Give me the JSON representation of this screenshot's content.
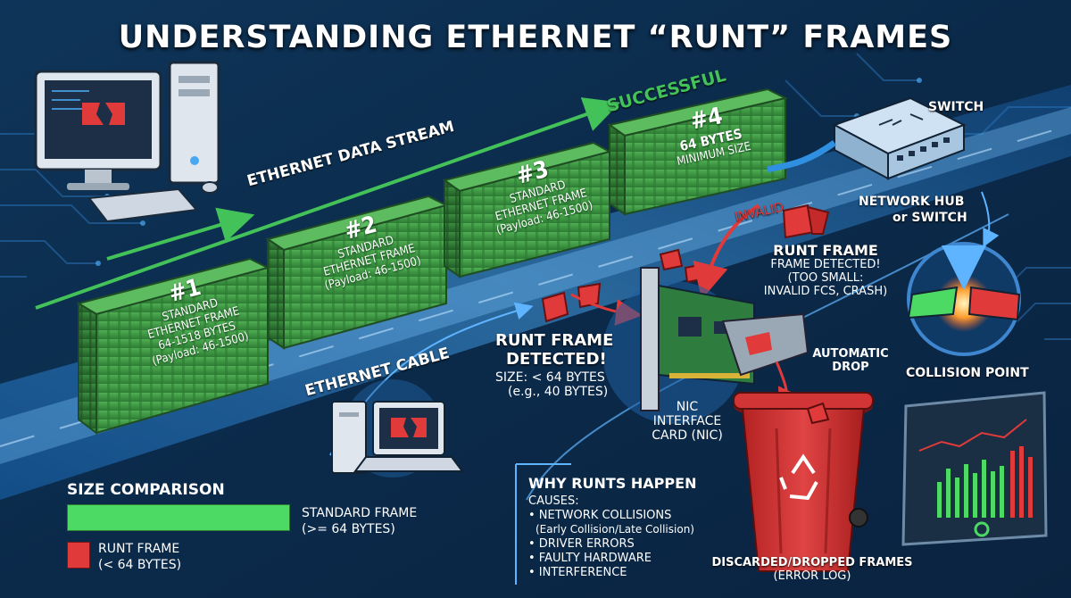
{
  "title": "UNDERSTANDING ETHERNET “RUNT” FRAMES",
  "labels": {
    "data_stream": "ETHERNET DATA STREAM",
    "successful": "SUCCESSFUL",
    "cable": "ETHERNET CABLE",
    "switch": "SWITCH",
    "hub_line1": "NETWORK HUB",
    "hub_line2": "or SWITCH",
    "invalid": "INVALID",
    "collision": "COLLISION POINT",
    "auto_drop_1": "AUTOMATIC",
    "auto_drop_2": "DROP"
  },
  "containers": [
    {
      "number": "#1",
      "lines": [
        "STANDARD",
        "ETHERNET FRAME",
        "64-1518 BYTES",
        "(Payload: 46-1500)"
      ]
    },
    {
      "number": "#2",
      "lines": [
        "STANDARD",
        "ETHERNET FRAME",
        "(Payload: 46-1500)"
      ]
    },
    {
      "number": "#3",
      "lines": [
        "STANDARD",
        "ETHERNET FRAME",
        "(Payload: 46-1500)"
      ]
    },
    {
      "number": "#4",
      "lines": [
        "64 BYTES",
        "MINIMUM SIZE"
      ]
    }
  ],
  "runt_detected": {
    "title_1": "RUNT FRAME",
    "title_2": "DETECTED!",
    "size": "SIZE: < 64 BYTES",
    "example": "(e.g., 40 BYTES)"
  },
  "runt_frame_box": {
    "title": "RUNT FRAME",
    "line1": "FRAME DETECTED!",
    "line2": "(TOO SMALL:",
    "line3": "INVALID FCS, CRASH)"
  },
  "nic": {
    "line1": "NIC",
    "line2": "INTERFACE",
    "line3": "CARD (NIC)"
  },
  "size_comparison": {
    "title": "SIZE COMPARISON",
    "standard_label": "STANDARD FRAME",
    "standard_sub": "(>= 64 BYTES)",
    "runt_label": "RUNT FRAME",
    "runt_sub": "(< 64 BYTES)",
    "standard_color": "#4cd964",
    "runt_color": "#e03a3a"
  },
  "why": {
    "title": "WHY RUNTS HAPPEN",
    "causes": "CAUSES:",
    "items": [
      "• NETWORK COLLISIONS",
      "(Early Collision/Late Collision)",
      "• DRIVER ERRORS",
      "• FAULTY HARDWARE",
      "• INTERFERENCE"
    ]
  },
  "discarded": {
    "line1": "DISCARDED/DROPPED FRAMES",
    "line2": "(ERROR LOG)"
  },
  "icons": {
    "desktop": "desktop-computer-icon",
    "laptop": "laptop-icon",
    "switch": "network-switch-icon",
    "trash": "recycle-bin-icon",
    "monitor": "error-log-monitor-icon"
  },
  "colors": {
    "background": "#0b2a4a",
    "container_green": "#3a9a3f",
    "arrow_green": "#44c25a",
    "runt_red": "#e03a3a",
    "cable_blue": "#2f8fe0"
  }
}
